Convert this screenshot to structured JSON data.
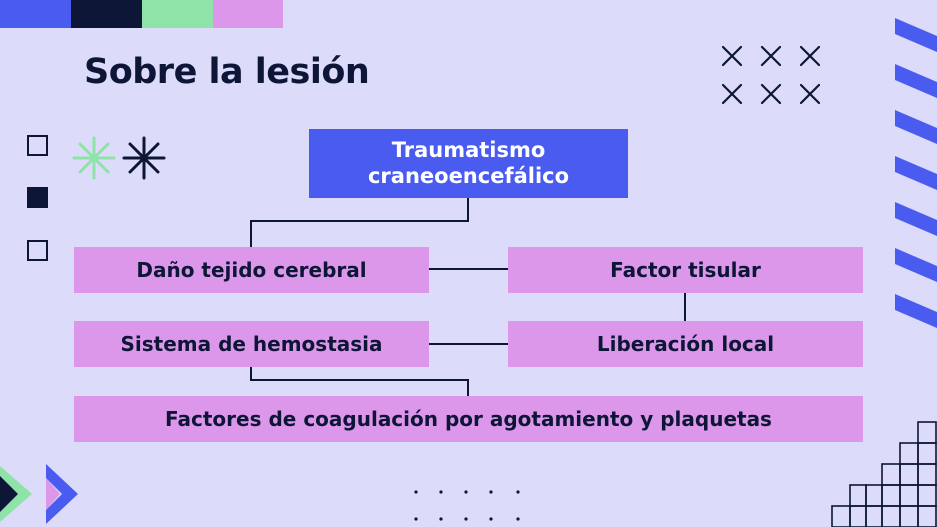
{
  "slide": {
    "title": "Sobre la lesión"
  },
  "diagram": {
    "root": "Traumatismo craneoencefálico",
    "nodes": {
      "dano": "Daño tejido cerebral",
      "factor": "Factor tisular",
      "sistema": "Sistema de hemostasia",
      "liberacion": "Liberación local",
      "factores": "Factores de coagulación por agotamiento y plaquetas"
    }
  },
  "colors": {
    "background": "#dcdcfa",
    "navy": "#0d1637",
    "blue": "#4a5cf0",
    "pink": "#dc97ea",
    "mint": "#8fe3a8"
  },
  "decor": {
    "icons": [
      "x-mark-icon",
      "asterisk-icon",
      "checkbox-outline-icon",
      "checkbox-filled-icon",
      "chevron-right-icon",
      "dot-grid",
      "stripe-pattern",
      "grid-pattern"
    ]
  }
}
